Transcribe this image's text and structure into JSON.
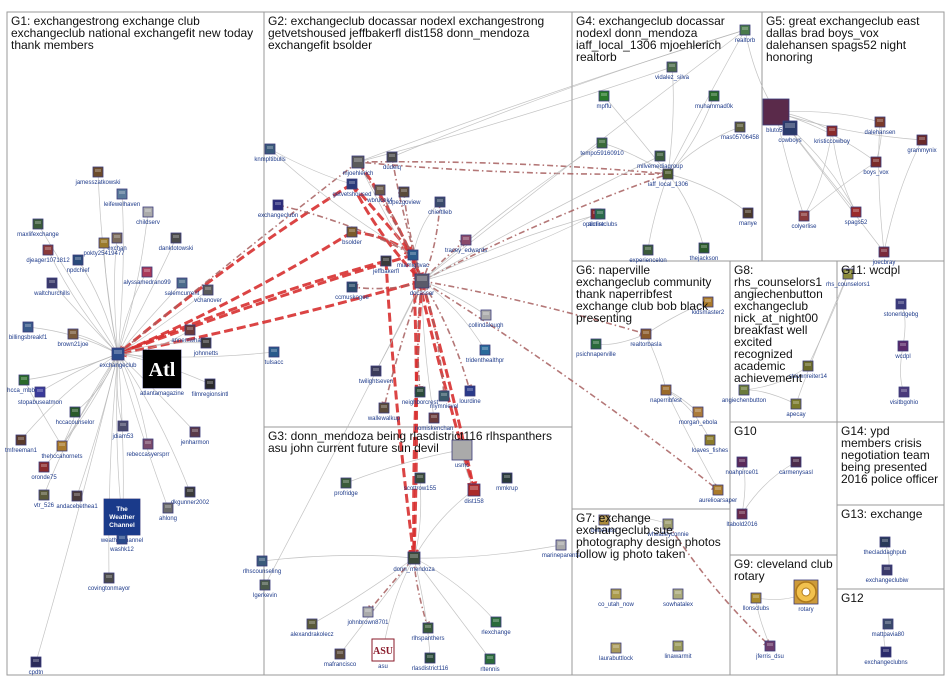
{
  "groups": [
    {
      "id": "G1",
      "title": "G1: exchangestrong exchange club exchangeclub national exchangefit new today thank members"
    },
    {
      "id": "G2",
      "title": "G2: exchangeclub docassar nodexl exchangestrong getvetshoused jeffbakerfl dist158 donn_mendoza exchangefit bsolder"
    },
    {
      "id": "G3",
      "title": "G3: donn_mendoza being rlasdistrict116 rlhspanthers asu john current future sun devil"
    },
    {
      "id": "G4",
      "title": "G4: exchangeclub docassar nodexl donn_mendoza iaff_local_1306 mjoehlerich realtorb"
    },
    {
      "id": "G5",
      "title": "G5: great exchangeclub east dallas brad boys_vox dalehansen spags52 night honoring"
    },
    {
      "id": "G6",
      "title": "G6: naperville exchangeclub community thank naperribfest exchange club bob black presenting"
    },
    {
      "id": "G7",
      "title": "G7: exchange exchangeclub sue photography design photos follow ig photo taken"
    },
    {
      "id": "G8",
      "title": "G8: rhs_counselors1 angiechenbutton exchangeclub nick_at_night00 breakfast well excited recognized academic achievement"
    },
    {
      "id": "G9",
      "title": "G9: cleveland club rotary"
    },
    {
      "id": "G10",
      "title": "G10"
    },
    {
      "id": "G11",
      "title": "G11: wcdpl"
    },
    {
      "id": "G12",
      "title": "G12"
    },
    {
      "id": "G13",
      "title": "G13: exchange"
    },
    {
      "id": "G14",
      "title": "G14: ypd members crisis negotiation team being presented 2016 police officer"
    }
  ],
  "nodes": [
    {
      "id": "jamesszatkowski",
      "label": "jamesszatkowski",
      "color": "#6b4a2a"
    },
    {
      "id": "leifewelhaven",
      "label": "leifewelhaven",
      "color": "#5a7a9a"
    },
    {
      "id": "maxlifexchange",
      "label": "maxlifexchange",
      "color": "#3a5a3a"
    },
    {
      "id": "childserv",
      "label": "childserv",
      "color": "#aaaaaa"
    },
    {
      "id": "exchan",
      "label": "exchan",
      "color": "#7a6a5a"
    },
    {
      "id": "danktotowski",
      "label": "danktotowski",
      "color": "#4a4a4a"
    },
    {
      "id": "djeager1071812",
      "label": "djeager1071812",
      "color": "#8a3a3a"
    },
    {
      "id": "npdchief",
      "label": "npdchief",
      "color": "#2a4a7a"
    },
    {
      "id": "pokty2549477",
      "label": "pokty25419477",
      "color": "#9a7a2a"
    },
    {
      "id": "waltchurchills",
      "label": "waltchurchills",
      "color": "#3a3a6a"
    },
    {
      "id": "alyssamedrano99",
      "label": "alyssamedrano99",
      "color": "#aa3a5a"
    },
    {
      "id": "salemcurrent",
      "label": "salemcurrent",
      "color": "#4a6a8a"
    },
    {
      "id": "vchanover",
      "label": "vchanover",
      "color": "#5a5a5a"
    },
    {
      "id": "billingsbreakf1",
      "label": "billingsbreakf1",
      "color": "#3a5a8a"
    },
    {
      "id": "brown21joe",
      "label": "brown21joe",
      "color": "#7a5a3a"
    },
    {
      "id": "annemwhalen",
      "label": "annemwhalen",
      "color": "#6a3a3a"
    },
    {
      "id": "johnnetts",
      "label": "johnnetts",
      "color": "#3a3a3a"
    },
    {
      "id": "exchangeclub",
      "label": "exchangeclub",
      "color": "#2a4a8a"
    },
    {
      "id": "atlantamagazine",
      "label": "atlantamagazine",
      "color": "#000000"
    },
    {
      "id": "hcca_mbball",
      "label": "hcca_mbball",
      "color": "#2a6a2a"
    },
    {
      "id": "stopabuseatmon",
      "label": "stopabuseatmon",
      "color": "#3a3a9a"
    },
    {
      "id": "filmregionsintl",
      "label": "filmregionsintl",
      "color": "#2a2a2a"
    },
    {
      "id": "hccacounselor",
      "label": "hccacounselor",
      "color": "#2a5a2a"
    },
    {
      "id": "tmfreeman1",
      "label": "tmfreeman1",
      "color": "#5a3a2a"
    },
    {
      "id": "thehccahornets",
      "label": "thehccahornets",
      "color": "#aa7a2a"
    },
    {
      "id": "jdiam53",
      "label": "jdiam53",
      "color": "#4a4a6a"
    },
    {
      "id": "rebeccasyersprr",
      "label": "rebeccasyersprr",
      "color": "#7a4a6a"
    },
    {
      "id": "jenharmon",
      "label": "jenharmon",
      "color": "#5a3a4a"
    },
    {
      "id": "oronde75",
      "label": "oronde75",
      "color": "#8a2a2a"
    },
    {
      "id": "vtr_526",
      "label": "vtr_526",
      "color": "#5a5a3a"
    },
    {
      "id": "andacebethea1",
      "label": "andacebethea1",
      "color": "#4a3a3a"
    },
    {
      "id": "theweatherchannel",
      "label": "weatherchannel",
      "color": "#1a3a8a"
    },
    {
      "id": "dkgunner2002",
      "label": "dkgunner2002",
      "color": "#3a3a3a"
    },
    {
      "id": "ahlong",
      "label": "ahlong",
      "color": "#6a6a6a"
    },
    {
      "id": "washk12",
      "label": "washk12",
      "color": "#2a4a8a"
    },
    {
      "id": "covingtonmayor",
      "label": "covingtonmayor",
      "color": "#4a4a4a"
    },
    {
      "id": "cpdtn",
      "label": "cpdtn",
      "color": "#2a2a5a"
    },
    {
      "id": "knmpltibulls",
      "label": "knmpltibulls",
      "color": "#3a5a7a"
    },
    {
      "id": "mjoehlerich",
      "label": "mjoehlerich",
      "color": "#5a5a5a"
    },
    {
      "id": "dudeiq",
      "label": "dudeiq",
      "color": "#4a4a4a"
    },
    {
      "id": "getvetshoused",
      "label": "getvetshoused",
      "color": "#2a3a7a"
    },
    {
      "id": "wbrucek4",
      "label": "wbrucek4",
      "color": "#6a5a4a"
    },
    {
      "id": "lopezgoview",
      "label": "lopezgoview",
      "color": "#5a4a3a"
    },
    {
      "id": "chieftlleb",
      "label": "chieftlleb",
      "color": "#3a4a6a"
    },
    {
      "id": "exchangeclubn",
      "label": "exchangeclubn",
      "color": "#2a2a7a"
    },
    {
      "id": "bsolder",
      "label": "bsolder",
      "color": "#7a5a2a"
    },
    {
      "id": "miamighvac",
      "label": "miamighvac",
      "color": "#2a5a8a"
    },
    {
      "id": "tracey_edwards",
      "label": "tracey_edwards",
      "color": "#8a4a6a"
    },
    {
      "id": "jeffbakerfl",
      "label": "jeffbakerfl",
      "color": "#3a3a3a"
    },
    {
      "id": "docassar",
      "label": "docassar",
      "color": "#5a5a6a"
    },
    {
      "id": "ccmuskogee",
      "label": "ccmuskogee",
      "color": "#2a4a6a"
    },
    {
      "id": "collindalough",
      "label": "collindalough",
      "color": "#aaaaaa"
    },
    {
      "id": "tulsacc",
      "label": "tulsacc",
      "color": "#2a5a8a"
    },
    {
      "id": "tridenthealthpr",
      "label": "tridenthealthpr",
      "color": "#2a6a9a"
    },
    {
      "id": "twilightseven",
      "label": "twilightseven",
      "color": "#3a3a5a"
    },
    {
      "id": "neighborcrest",
      "label": "neighborcrest",
      "color": "#2a4a3a"
    },
    {
      "id": "mymnievel",
      "label": "mymnievel",
      "color": "#3a5a6a"
    },
    {
      "id": "lourdine",
      "label": "lourdine",
      "color": "#2a3a8a"
    },
    {
      "id": "wallewalkup",
      "label": "wallewalkup",
      "color": "#5a4a3a"
    },
    {
      "id": "nomiskenchan",
      "label": "nomiskenchan",
      "color": "#6a3a3a"
    },
    {
      "id": "tempo59160910",
      "label": "tempo59160910",
      "color": "#3a6a3a"
    },
    {
      "id": "vidalez_silva",
      "label": "vidalez_silva",
      "color": "#4a6a4a"
    },
    {
      "id": "mpffu",
      "label": "mpffu",
      "color": "#2a7a2a"
    },
    {
      "id": "muhammad0k",
      "label": "muhammad0k",
      "color": "#2a6a2a"
    },
    {
      "id": "mas05706458",
      "label": "mas05706458",
      "color": "#5a5a3a"
    },
    {
      "id": "milvemediagroup",
      "label": "milvemediagroup",
      "color": "#3a5a3a"
    },
    {
      "id": "iaff_local_1306",
      "label": "iaff_local_1306",
      "color": "#4a5a2a"
    },
    {
      "id": "alcfire",
      "label": "alcfire",
      "color": "#8a2a2a"
    },
    {
      "id": "optimistclubs",
      "label": "optimistclubs",
      "color": "#2a6a4a"
    },
    {
      "id": "manye",
      "label": "manye",
      "color": "#4a3a2a"
    },
    {
      "id": "experiencelon",
      "label": "experiencelon",
      "color": "#3a5a3a"
    },
    {
      "id": "thejackson",
      "label": "thejackson",
      "color": "#2a5a2a"
    },
    {
      "id": "realtorb",
      "label": "realtorb",
      "color": "#4a7a4a"
    },
    {
      "id": "bluto51",
      "label": "bluto51",
      "color": "#5a2a4a"
    },
    {
      "id": "ecowboys",
      "label": "cowboys",
      "color": "#2a3a6a"
    },
    {
      "id": "kristiccowboy",
      "label": "kristiccowboy",
      "color": "#8a2a2a"
    },
    {
      "id": "dalehansen",
      "label": "dalehansen",
      "color": "#7a3a2a"
    },
    {
      "id": "grammynix",
      "label": "grammynix",
      "color": "#6a2a2a"
    },
    {
      "id": "boys_vox",
      "label": "boys_vox",
      "color": "#7a2a2a"
    },
    {
      "id": "colyerlise",
      "label": "colyerlise",
      "color": "#8a3a3a"
    },
    {
      "id": "spags52",
      "label": "spags52",
      "color": "#9a2a2a"
    },
    {
      "id": "joecbray",
      "label": "joecbray",
      "color": "#7a2a3a"
    },
    {
      "id": "nicksberger",
      "label": "kidsmaster2",
      "color": "#aa7a2a"
    },
    {
      "id": "psichnaperville",
      "label": "psichnaperville",
      "color": "#2a6a3a"
    },
    {
      "id": "realtorbasla",
      "label": "realtorbasla",
      "color": "#8a5a2a"
    },
    {
      "id": "naperribfest",
      "label": "naperribfest",
      "color": "#9a6a2a"
    },
    {
      "id": "morgan_ebola",
      "label": "morgan_ebola",
      "color": "#aa7a3a"
    },
    {
      "id": "loaves_fishes",
      "label": "loaves_fishes",
      "color": "#8a7a2a"
    },
    {
      "id": "aurelioarsaper",
      "label": "aurelioarsaper",
      "color": "#aa7a2a"
    },
    {
      "id": "rhs_counselors1",
      "label": "rhs_counselors1",
      "color": "#8a8a3a"
    },
    {
      "id": "stevenreiter14",
      "label": "stevenreiter14",
      "color": "#6a6a2a"
    },
    {
      "id": "angiechenbutton",
      "label": "angiechenbutton",
      "color": "#6a7a3a"
    },
    {
      "id": "apecay",
      "label": "apecay",
      "color": "#7a7a2a"
    },
    {
      "id": "stonerldgebg",
      "label": "stonerldgebg",
      "color": "#3a3a7a"
    },
    {
      "id": "wcdpl",
      "label": "wcdpl",
      "color": "#5a2a6a"
    },
    {
      "id": "visitbgohio",
      "label": "visitbgohio",
      "color": "#4a3a7a"
    },
    {
      "id": "noahpirce01",
      "label": "noahpirce01",
      "color": "#5a2a5a"
    },
    {
      "id": "carmenysasl",
      "label": "carmenysasl",
      "color": "#4a2a4a"
    },
    {
      "id": "ltabold2016",
      "label": "ltabold2016",
      "color": "#6a2a4a"
    },
    {
      "id": "thecladdaghpub",
      "label": "thecladdaghpub",
      "color": "#2a3a5a"
    },
    {
      "id": "exchangeclubiw",
      "label": "exchangeclubiw",
      "color": "#3a3a6a"
    },
    {
      "id": "mattpavia80",
      "label": "mattpavia80",
      "color": "#3a4a6a"
    },
    {
      "id": "exchangeclubns",
      "label": "exchangeclubns",
      "color": "#2a2a6a"
    },
    {
      "id": "usmc",
      "label": "usmc",
      "color": "#aaaaaa"
    },
    {
      "id": "profridge",
      "label": "profridge",
      "color": "#3a5a3a"
    },
    {
      "id": "scottrow155",
      "label": "scottrow155",
      "color": "#3a4a3a"
    },
    {
      "id": "dist158",
      "label": "dist158",
      "color": "#aa2a2a"
    },
    {
      "id": "mmkrup",
      "label": "mmkrup",
      "color": "#2a3a3a"
    },
    {
      "id": "marineparents",
      "label": "marineparents",
      "color": "#aaaaaa"
    },
    {
      "id": "rlhscounseling",
      "label": "rlhscounseling",
      "color": "#3a5a7a"
    },
    {
      "id": "donn_mendoza",
      "label": "donn_mendoza",
      "color": "#3a4a3a"
    },
    {
      "id": "lgerkevin",
      "label": "lgerkevin",
      "color": "#4a5a4a"
    },
    {
      "id": "alexandrakolecz",
      "label": "alexandrakolecz",
      "color": "#5a5a3a"
    },
    {
      "id": "johnbrown8701",
      "label": "johnbrown8701",
      "color": "#aaaaaa"
    },
    {
      "id": "rlexchange",
      "label": "rlexchange",
      "color": "#2a6a3a"
    },
    {
      "id": "rlhspanthers",
      "label": "rlhspanthers",
      "color": "#3a5a3a"
    },
    {
      "id": "mafrancisco",
      "label": "mafrancisco",
      "color": "#5a4a3a"
    },
    {
      "id": "asu",
      "label": "asu",
      "color": "#8a1a2a"
    },
    {
      "id": "rlasdistrict116",
      "label": "rlasdistrict116",
      "color": "#2a4a3a"
    },
    {
      "id": "rltennis",
      "label": "rltennis",
      "color": "#2a6a3a"
    },
    {
      "id": "bettekuss",
      "label": "bettekuss",
      "color": "#aa8a3a"
    },
    {
      "id": "wheatleyconnie",
      "label": "wheatleyconnie",
      "color": "#9a9a6a"
    },
    {
      "id": "g7a",
      "label": "co_utah_now",
      "color": "#aa9a4a"
    },
    {
      "id": "g7b",
      "label": "sowhatalex",
      "color": "#aaaa7a"
    },
    {
      "id": "laurabuttlock",
      "label": "laurabuttlock",
      "color": "#aa9a5a"
    },
    {
      "id": "linawarmit",
      "label": "linawarmit",
      "color": "#9a9a5a"
    },
    {
      "id": "llonsclubs",
      "label": "llonsclubs",
      "color": "#aa8a2a"
    },
    {
      "id": "rotary",
      "label": "rotary",
      "color": "#cc9a3a"
    },
    {
      "id": "jferris_dsu",
      "label": "jferris_dsu",
      "color": "#6a3a6a"
    }
  ]
}
